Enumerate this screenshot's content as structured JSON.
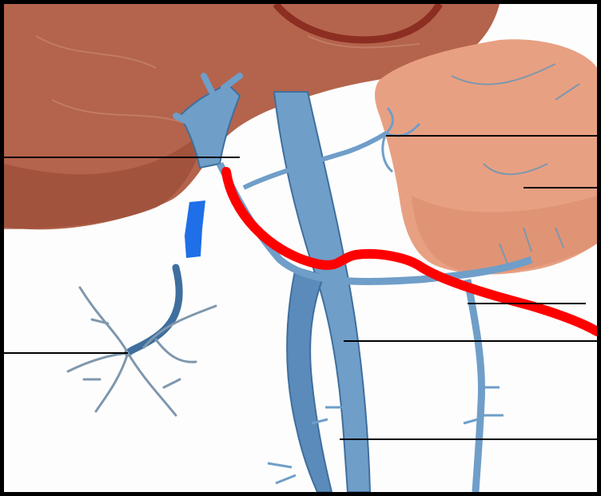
{
  "figure": {
    "kind": "unlabeled anatomical diagram",
    "colors": {
      "frame": "#000000",
      "background": "#fdfdfd",
      "liver": "#b4644c",
      "liver_shadow": "#8c3e2e",
      "stomach": "#e8a082",
      "vessel": "#6f9ec9",
      "vessel_dark": "#3f6f9e",
      "vessel_branch": "#7e97ad",
      "marker_blue": "#1f6fe8",
      "marker_red": "#ff0000",
      "leader_line": "#000000"
    },
    "structures": {
      "liver": "liver-shape",
      "stomach": "stomach-shape",
      "main_vessel": "portal-vein",
      "left_gastric": "left-gastric-vein",
      "splenic_branch": "splenic-branch",
      "small_vessel": "small-vessel",
      "cystic_branches": "cystic-vein-branches"
    },
    "annotations": {
      "blue_mark": "blue-highlight-mark",
      "red_curve": "red-annotation-curve",
      "leader_line_count": 7
    }
  }
}
